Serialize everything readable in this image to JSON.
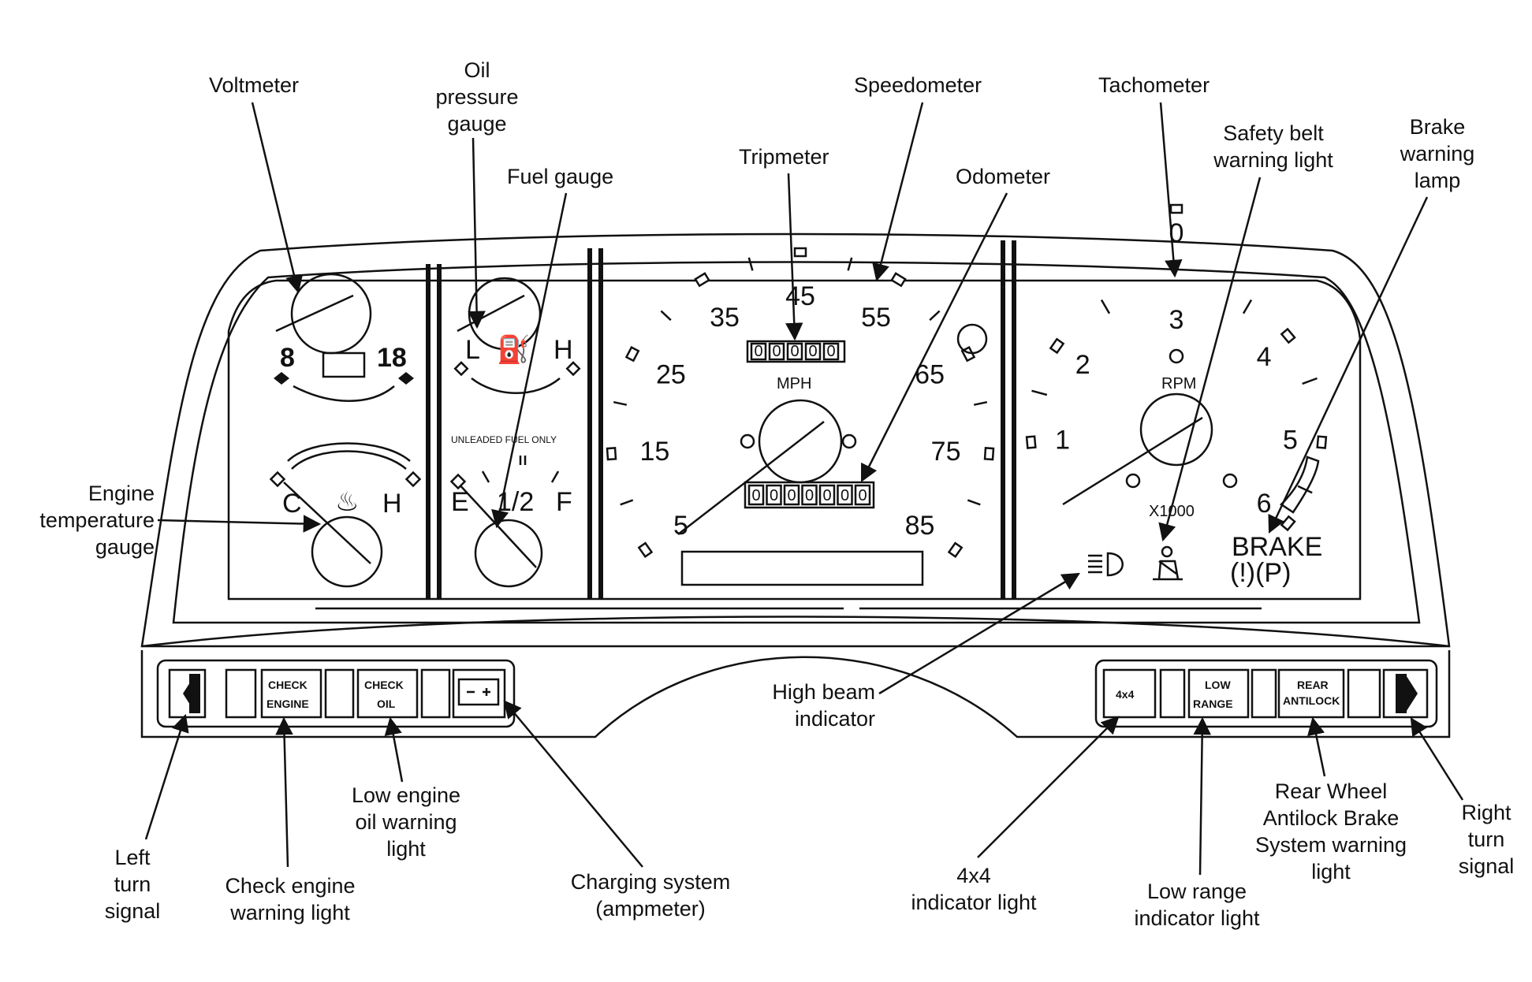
{
  "labels": {
    "voltmeter": "Voltmeter",
    "oil_pressure": [
      "Oil",
      "pressure",
      "gauge"
    ],
    "fuel_gauge": "Fuel gauge",
    "tripmeter": "Tripmeter",
    "speedometer": "Speedometer",
    "odometer": "Odometer",
    "tachometer": "Tachometer",
    "safety_belt": [
      "Safety belt",
      "warning light"
    ],
    "brake_lamp": [
      "Brake",
      "warning",
      "lamp"
    ],
    "engine_temp": [
      "Engine",
      "temperature",
      "gauge"
    ],
    "high_beam": [
      "High beam",
      "indicator"
    ],
    "left_turn": [
      "Left",
      "turn",
      "signal"
    ],
    "check_engine": [
      "Check engine",
      "warning light"
    ],
    "low_oil": [
      "Low engine",
      "oil warning",
      "light"
    ],
    "charging": [
      "Charging system",
      "(ampmeter)"
    ],
    "fourbyfour": [
      "4x4",
      "indicator light"
    ],
    "low_range": [
      "Low range",
      "indicator light"
    ],
    "rwal": [
      "Rear Wheel",
      "Antilock Brake",
      "System warning",
      "light"
    ],
    "right_turn": [
      "Right",
      "turn",
      "signal"
    ]
  },
  "voltmeter": {
    "min": "8",
    "max": "18"
  },
  "temp": {
    "cold": "C",
    "hot": "H"
  },
  "oil": {
    "low": "L",
    "high": "H"
  },
  "fuel": {
    "notice": "UNLEADED FUEL ONLY",
    "empty": "E",
    "half": "1/2",
    "full": "F"
  },
  "speedometer": {
    "ticks": [
      "5",
      "15",
      "25",
      "35",
      "45",
      "55",
      "65",
      "75",
      "85"
    ],
    "unit": "MPH",
    "trip_digits": [
      "0",
      "0",
      "0",
      "0",
      "0"
    ],
    "odo_digits": [
      "0",
      "0",
      "0",
      "0",
      "0",
      "0",
      "0"
    ]
  },
  "tachometer": {
    "ticks": [
      "0",
      "1",
      "2",
      "3",
      "4",
      "5",
      "6"
    ],
    "unit": "RPM",
    "multiplier": "X1000"
  },
  "brake": {
    "label": "BRAKE",
    "symbols": "(!)(P)"
  },
  "left_buttons": {
    "check_engine": [
      "CHECK",
      "ENGINE"
    ],
    "check_oil": [
      "CHECK",
      "OIL"
    ]
  },
  "right_buttons": {
    "fourbyfour": "4x4",
    "low_range": [
      "LOW",
      "RANGE"
    ],
    "rear_antilock": [
      "REAR",
      "ANTILOCK"
    ]
  }
}
